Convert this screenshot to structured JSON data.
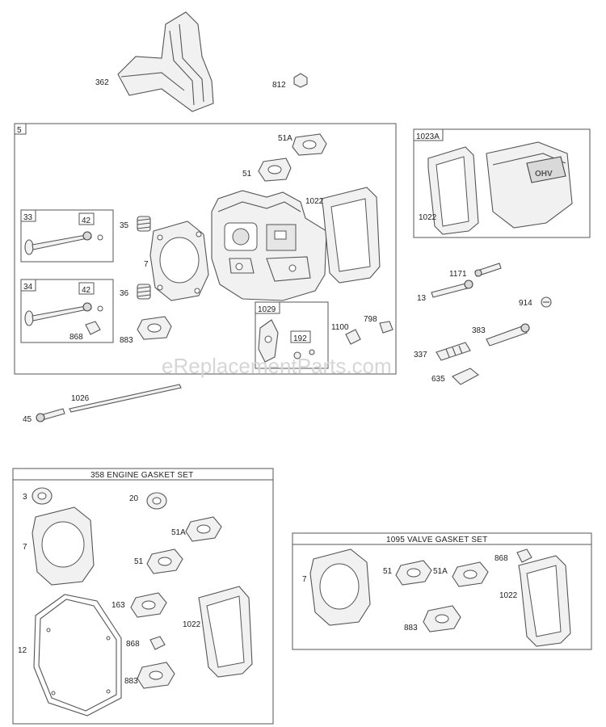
{
  "watermark": "eReplacementParts.com",
  "groups": {
    "cylinder_head": {
      "number": "5"
    },
    "rocker_cover": {
      "number": "1023A"
    },
    "intake_valve": {
      "number": "33"
    },
    "exhaust_valve": {
      "number": "34"
    },
    "rocker_arm": {
      "number": "1029"
    },
    "engine_gasket_set": {
      "title": "358 ENGINE GASKET SET"
    },
    "valve_gasket_set": {
      "title": "1095 VALVE GASKET SET"
    }
  },
  "callouts": {
    "c362": "362",
    "c812": "812",
    "c51A": "51A",
    "c51": "51",
    "c1022": "1022",
    "c35": "35",
    "c36": "36",
    "c7": "7",
    "c883": "883",
    "c868": "868",
    "c42a": "42",
    "c42b": "42",
    "c1100": "1100",
    "c798": "798",
    "c192": "192",
    "c1022b": "1022",
    "c1171": "1171",
    "c13": "13",
    "c914": "914",
    "c383": "383",
    "c337": "337",
    "c635": "635",
    "c1026": "1026",
    "c45": "45",
    "e3": "3",
    "e20": "20",
    "e7": "7",
    "e51A": "51A",
    "e51": "51",
    "e163": "163",
    "e1022": "1022",
    "e868": "868",
    "e12": "12",
    "e883": "883",
    "v7": "7",
    "v51": "51",
    "v51A": "51A",
    "v868": "868",
    "v1022": "1022",
    "v883": "883"
  }
}
